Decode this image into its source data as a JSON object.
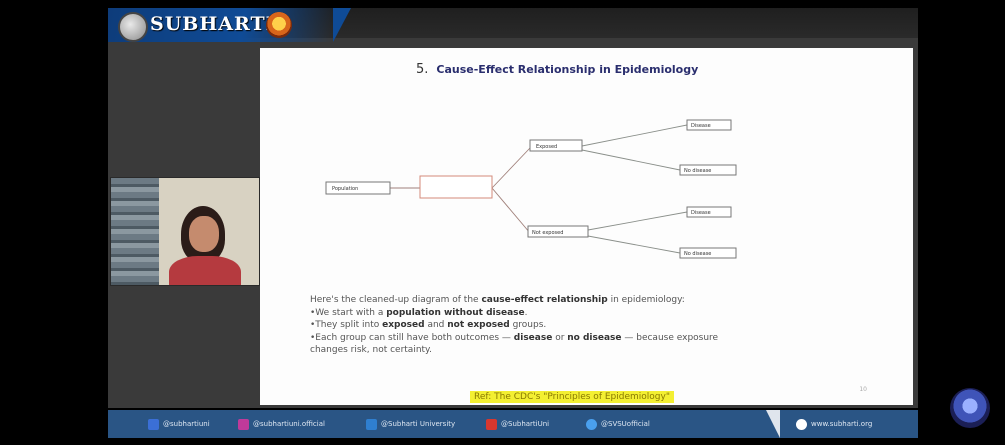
{
  "header": {
    "brand": "SUBHARTI"
  },
  "slide": {
    "number": "5.",
    "title": "Cause-Effect Relationship in Epidemiology",
    "diagram": {
      "root": "Population",
      "split": "",
      "exposed": "Exposed",
      "not_exposed": "Not exposed",
      "outcomes": [
        "Disease",
        "No disease",
        "Disease",
        "No disease"
      ]
    },
    "body": {
      "line1_pre": "Here's the cleaned-up diagram of the ",
      "line1_bold": "cause-effect relationship",
      "line1_post": " in epidemiology:",
      "line2_pre": "•We start with a ",
      "line2_bold": "population without disease",
      "line2_post": ".",
      "line3_pre": "•They split into ",
      "line3_bold1": "exposed",
      "line3_mid": " and ",
      "line3_bold2": "not exposed",
      "line3_post": " groups.",
      "line4_pre": "•Each group can still have both outcomes — ",
      "line4_bold1": "disease",
      "line4_mid": " or ",
      "line4_bold2": "no disease",
      "line4_post": " — because exposure",
      "line5": "changes risk, not certainty."
    },
    "ref": "Ref:  The CDC's \"Principles of Epidemiology\"",
    "page": "10"
  },
  "footer": {
    "facebook": "@subhartiuni",
    "instagram": "@subhartiuni.official",
    "linkedin": "@Subharti University",
    "youtube": "@SubhartiUni",
    "twitter": "@SVSUofficial",
    "website": "www.subharti.org"
  }
}
